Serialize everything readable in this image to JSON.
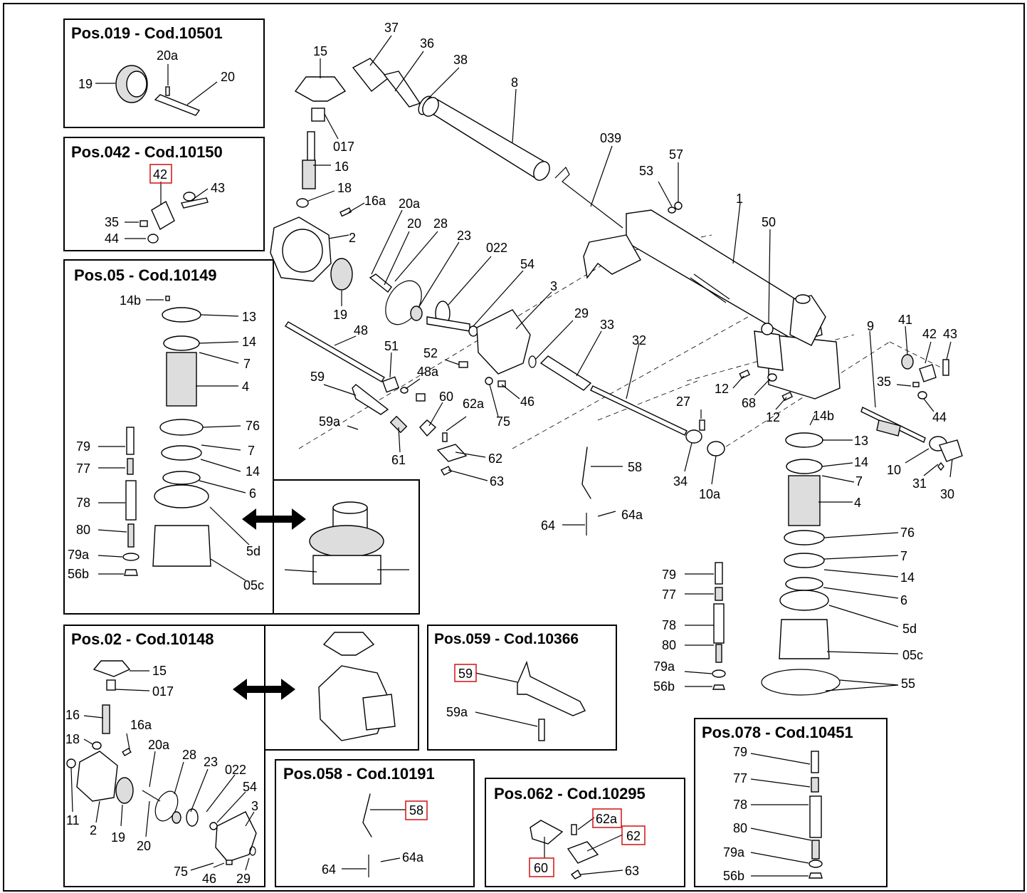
{
  "boxes": {
    "b019": {
      "title": "Pos.019 - Cod.10501"
    },
    "b042": {
      "title": "Pos.042 - Cod.10150"
    },
    "b05": {
      "title": "Pos.05 - Cod.10149"
    },
    "b02": {
      "title": "Pos.02 - Cod.10148"
    },
    "b059": {
      "title": "Pos.059 - Cod.10366"
    },
    "b058": {
      "title": "Pos.058 - Cod.10191"
    },
    "b062": {
      "title": "Pos.062 - Cod.10295"
    },
    "b078": {
      "title": "Pos.078 - Cod.10451"
    }
  },
  "labels": {
    "m37": "37",
    "m36": "36",
    "m38": "38",
    "m8": "8",
    "m15": "15",
    "m017": "017",
    "m16": "16",
    "m18": "18",
    "m16a": "16a",
    "m2": "2",
    "m20a": "20a",
    "m20": "20",
    "m28": "28",
    "m23": "23",
    "m022": "022",
    "m54": "54",
    "m19": "19",
    "m3": "3",
    "m039": "039",
    "m53": "53",
    "m57": "57",
    "m1": "1",
    "m50": "50",
    "m48": "48",
    "m51": "51",
    "m48a": "48a",
    "m52": "52",
    "m29": "29",
    "m33": "33",
    "m32": "32",
    "m9": "9",
    "m41": "41",
    "m42": "42",
    "m43": "43",
    "m35": "35",
    "m44": "44",
    "m12a": "12",
    "m68": "68",
    "m12b": "12",
    "m46": "46",
    "m75": "75",
    "m59": "59",
    "m59a": "59a",
    "m60": "60",
    "m62a": "62a",
    "m61": "61",
    "m62": "62",
    "m63": "63",
    "m27": "27",
    "m34": "34",
    "m10a": "10a",
    "m14b": "14b",
    "m13": "13",
    "m14a": "14",
    "m7a": "7",
    "m4": "4",
    "m76": "76",
    "m7b": "7",
    "m14c": "14",
    "m6": "6",
    "m5d": "5d",
    "m05c": "05c",
    "m55": "55",
    "m10": "10",
    "m31": "31",
    "m30": "30",
    "m58": "58",
    "m64": "64",
    "m64a": "64a",
    "m79": "79",
    "m77": "77",
    "m78": "78",
    "m80": "80",
    "m79a": "79a",
    "m56b": "56b",
    "a19": "19",
    "a20a": "20a",
    "a20": "20",
    "b42": "42",
    "b43": "43",
    "b35": "35",
    "b44": "44",
    "c14b": "14b",
    "c13": "13",
    "c14": "14",
    "c7": "7",
    "c4": "4",
    "c76": "76",
    "c79": "79",
    "c7b": "7",
    "c77": "77",
    "c14c": "14",
    "c78": "78",
    "c6": "6",
    "c80": "80",
    "c5d": "5d",
    "c79a": "79a",
    "c56b": "56b",
    "c05c": "05c",
    "d15": "15",
    "d017": "017",
    "d16": "16",
    "d16a": "16a",
    "d18": "18",
    "d20a": "20a",
    "d28": "28",
    "d23": "23",
    "d022": "022",
    "d54": "54",
    "d11": "11",
    "d2": "2",
    "d19": "19",
    "d20": "20",
    "d3": "3",
    "d75": "75",
    "d46": "46",
    "d29": "29",
    "e59": "59",
    "e59a": "59a",
    "f58": "58",
    "f64": "64",
    "f64a": "64a",
    "g62a": "62a",
    "g62": "62",
    "g60": "60",
    "g63": "63",
    "h79": "79",
    "h77": "77",
    "h78": "78",
    "h80": "80",
    "h79a": "79a",
    "h56b": "56b"
  }
}
